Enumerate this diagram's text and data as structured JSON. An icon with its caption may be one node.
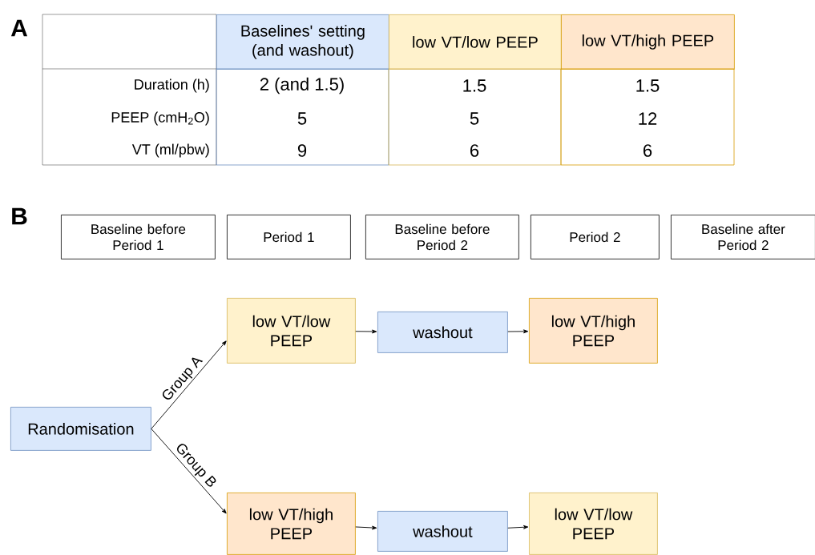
{
  "diagram": {
    "nodes": [
      {
        "text": [
          "Baseline before Period 1"
        ]
      },
      {
        "text": [
          "Period 1"
        ]
      },
      {
        "text": [
          "Baseline before Period 2"
        ]
      },
      {
        "text": [
          "Period 2"
        ]
      },
      {
        "text": [
          "Baseline after Period 2"
        ]
      },
      {
        "text": [
          "low VT/low PEEP"
        ]
      },
      {
        "text": [
          "washout"
        ]
      },
      {
        "text": [
          "low VT/high PEEP"
        ]
      },
      {
        "text": [
          "Randomisation"
        ]
      },
      {
        "text": [
          "low VT/high PEEP"
        ]
      },
      {
        "text": [
          "washout"
        ]
      },
      {
        "text": [
          "low VT/low PEEP"
        ]
      }
    ],
    "edges": [
      {
        "from": 8,
        "to": 5,
        "arrow": "to",
        "label": "Group A"
      },
      {
        "from": 5,
        "to": 6,
        "arrow": "to"
      },
      {
        "from": 6,
        "to": 7,
        "arrow": "to"
      },
      {
        "from": 8,
        "to": 9,
        "arrow": "to",
        "label": "Group B"
      },
      {
        "from": 9,
        "to": 10,
        "arrow": "to"
      },
      {
        "from": 10,
        "to": 11,
        "arrow": "to"
      }
    ],
    "labels": [
      "A",
      "Baselines' setting (and washout)",
      "low VT/low PEEP",
      "low VT/high PEEP",
      "Duration (h)",
      "2 (and 1.5)",
      "1.5",
      "1.5",
      "PEEP (cmH$_{2}$O)",
      "5",
      "5",
      "12",
      "VT (ml/pbw)",
      "9",
      "6",
      "6",
      "B"
    ]
  }
}
